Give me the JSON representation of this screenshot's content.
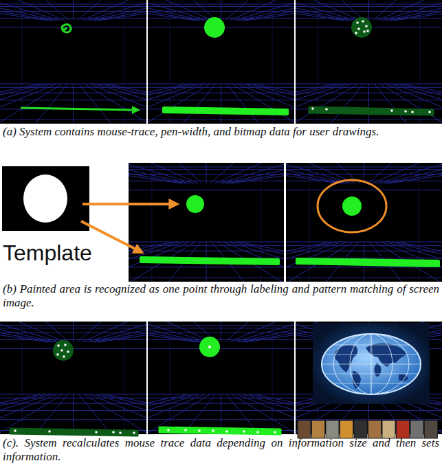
{
  "diagram": {
    "labels": [
      "(a) System contains mouse-trace, pen-width, and bitmap data for user drawings.",
      "Template",
      "(b) Painted area is recognized as one point through labeling and pattern matching of screen image.",
      "(c). System recalculates mouse trace data depending on information size and then sets information."
    ]
  }
}
